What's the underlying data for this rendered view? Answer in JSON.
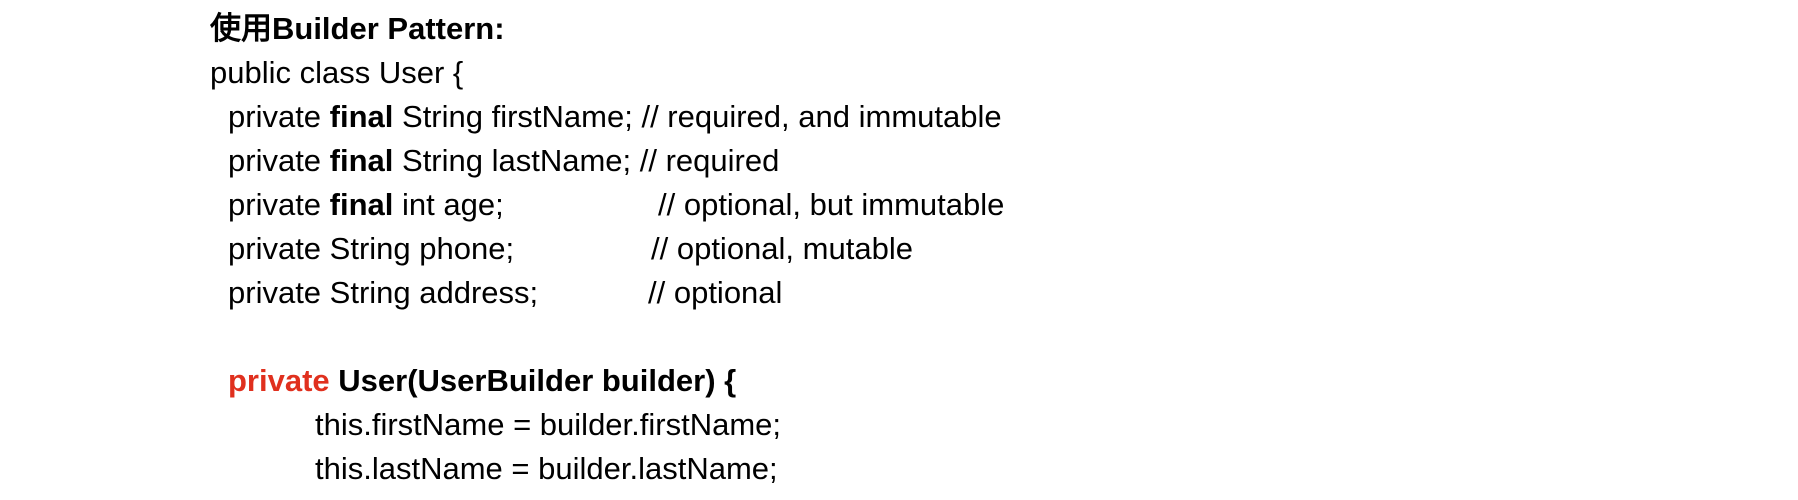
{
  "heading": "使用Builder Pattern:",
  "class_decl": "public class User {",
  "fields": [
    {
      "modifier": "private ",
      "keyword": "final",
      "rest": " String firstName; // required, and immutable"
    },
    {
      "modifier": "private ",
      "keyword": "final",
      "rest": " String lastName; // required"
    },
    {
      "modifier": "private ",
      "keyword": "final",
      "rest": " int age;",
      "comment": "// optional, but immutable"
    },
    {
      "modifier": "private String phone;",
      "comment": "// optional, mutable"
    },
    {
      "modifier": "private String address;",
      "comment": "// optional"
    }
  ],
  "constructor": {
    "modifier": "private",
    "signature": " User(UserBuilder builder) {"
  },
  "body_lines": [
    "this.firstName = builder.firstName;",
    "this.lastName = builder.lastName;"
  ],
  "colors": {
    "keyword_red": "#e0301e",
    "text": "#000000"
  }
}
